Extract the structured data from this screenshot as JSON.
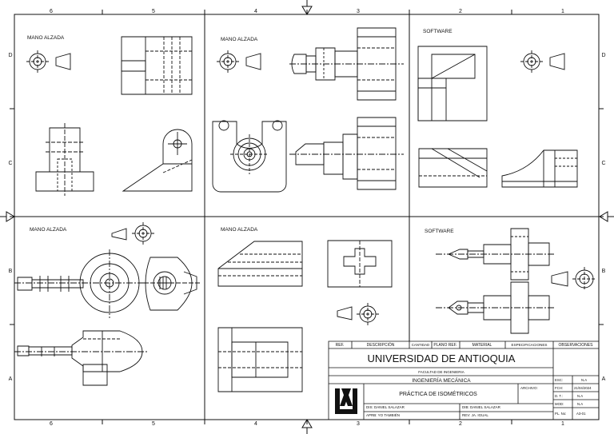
{
  "border": {
    "columns": [
      "6",
      "5",
      "4",
      "3",
      "2",
      "1"
    ],
    "rows": [
      "D",
      "C",
      "B",
      "A"
    ]
  },
  "panels": {
    "p1": "MANO ALZADA",
    "p2": "MANO ALZADA",
    "p3": "SOFTWARE",
    "p4": "MANO ALZADA",
    "p5": "MANO ALZADA",
    "p6": "SOFTWARE"
  },
  "title_block": {
    "headers": [
      "REF.",
      "DESCRIPCIÓN",
      "CANTIDAD",
      "PLANO REF.",
      "MATERIAL",
      "ESPECIFICACIONES",
      "OBSERVACIONES"
    ],
    "university": "UNIVERSIDAD DE ANTIOQUIA",
    "faculty": "FACULTAD DE INGENIERIA",
    "program": "INGENIERÍA MECÁNICA",
    "drawing_title": "PRÁCTICA DE ISOMÉTRICOS",
    "archivo_label": "ARCHIVO:",
    "dis": "DIS: DANIEL SALAZAR",
    "dib": "DIB: DANIEL SALAZAR",
    "apr": "APRB: YO TAMBIÉN",
    "rev": "REV: JA. IGUAL",
    "fields": [
      {
        "label": "ESC:",
        "value": "N.A"
      },
      {
        "label": "FCH:",
        "value": "21/04/2024"
      },
      {
        "label": "D. T.:",
        "value": "N.A"
      },
      {
        "label": "MOD:",
        "value": "N.A"
      },
      {
        "label": "PL. No:",
        "value": "A3-01"
      }
    ]
  }
}
